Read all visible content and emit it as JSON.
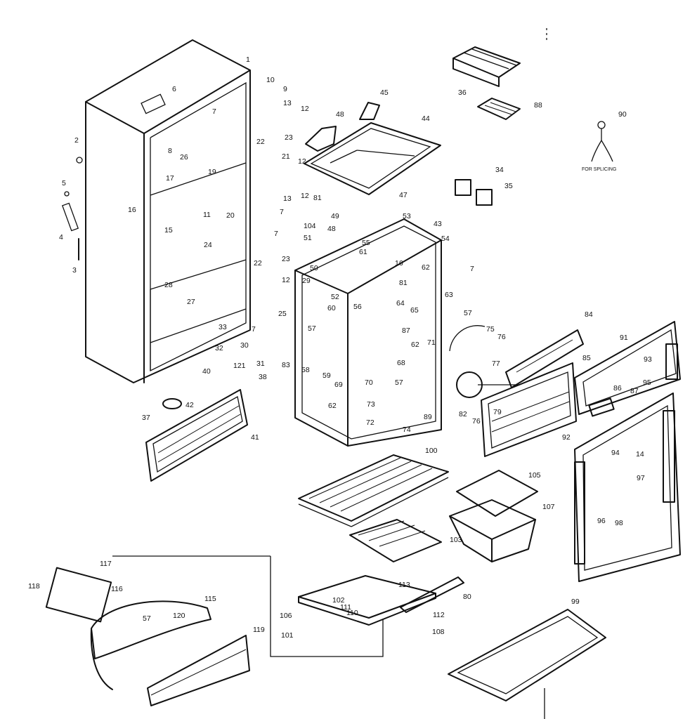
{
  "labels": {
    "p1": "1",
    "p2": "2",
    "p3": "3",
    "p4": "4",
    "p5": "5",
    "p6": "6",
    "p7a": "7",
    "p7b": "7",
    "p7c": "7",
    "p7d": "7",
    "p7e": "7",
    "p8": "8",
    "p9": "9",
    "p10": "10",
    "p11": "11",
    "p12a": "12",
    "p12b": "12",
    "p12c": "12",
    "p12d": "12",
    "p13a": "13",
    "p13b": "13",
    "p15": "15",
    "p16": "16",
    "p16b": "16",
    "p17": "17",
    "p19": "19",
    "p20": "20",
    "p21": "21",
    "p22a": "22",
    "p22b": "22",
    "p23a": "23",
    "p23b": "23",
    "p24": "24",
    "p25": "25",
    "p26": "26",
    "p27": "27",
    "p28": "28",
    "p29": "29",
    "p30": "30",
    "p31": "31",
    "p32": "32",
    "p33": "33",
    "p34": "34",
    "p35": "35",
    "p36": "36",
    "p37": "37",
    "p38": "38",
    "p40": "40",
    "p41": "41",
    "p42": "42",
    "p43": "43",
    "p44": "44",
    "p45": "45",
    "p47": "47",
    "p48": "48",
    "p48b": "48",
    "p49": "49",
    "p50": "50",
    "p51": "51",
    "p52": "52",
    "p53": "53",
    "p54": "54",
    "p55": "55",
    "p56": "56",
    "p57a": "57",
    "p57b": "57",
    "p57c": "57",
    "p57d": "57",
    "p58": "58",
    "p59": "59",
    "p60": "60",
    "p61a": "61",
    "p61b": "81",
    "p62a": "62",
    "p62b": "62",
    "p62c": "62",
    "p63": "63",
    "p64": "64",
    "p65": "65",
    "p68": "68",
    "p69": "69",
    "p70": "70",
    "p71": "71",
    "p72": "72",
    "p73": "73",
    "p74": "74",
    "p75": "75",
    "p76": "76",
    "p76b": "76",
    "p77": "77",
    "p79": "79",
    "p80": "80",
    "p81": "81",
    "p82": "82",
    "p83": "83",
    "p84": "84",
    "p85": "85",
    "p86": "86",
    "p87": "87",
    "p87b": "87",
    "p88": "88",
    "p89": "89",
    "p90": "90",
    "p91": "91",
    "p92": "92",
    "p93": "93",
    "p94": "94",
    "p95": "95",
    "p96": "96",
    "p97": "97",
    "p98": "98",
    "p99": "99",
    "p100": "100",
    "p101": "101",
    "p102": "102",
    "p103": "103",
    "p104": "104",
    "p105": "105",
    "p106": "106",
    "p107": "107",
    "p108": "108",
    "p110": "110",
    "p111": "111",
    "p112": "112",
    "p113": "113",
    "p115": "115",
    "p116": "116",
    "p117": "117",
    "p118": "118",
    "p119": "119",
    "p120": "120",
    "p121": "121",
    "p14": "14"
  },
  "notes": {
    "splicing": "FOR SPLICING"
  }
}
